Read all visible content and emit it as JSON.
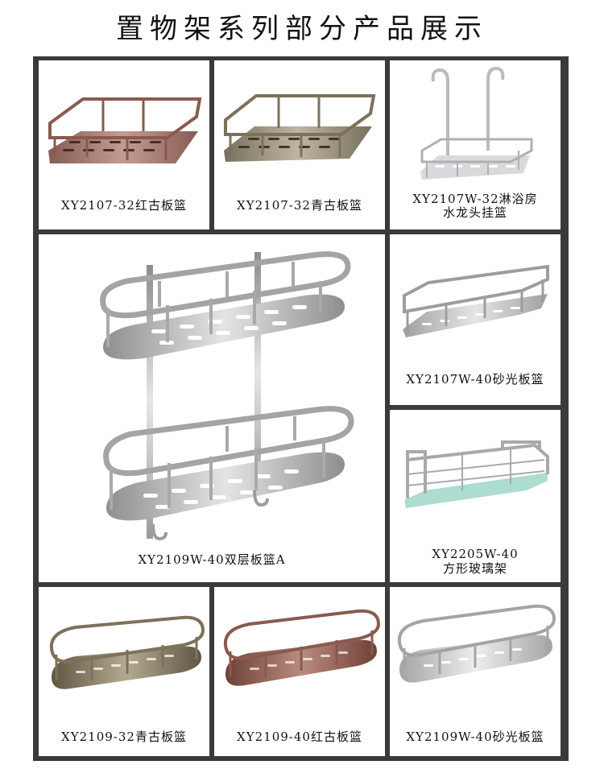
{
  "header": {
    "title": "置物架系列部分产品展示"
  },
  "products": [
    {
      "caption": "XY2107-32红古板篮"
    },
    {
      "caption": "XY2107-32青古板篮"
    },
    {
      "caption_line1": "XY2107W-32淋浴房",
      "caption_line2": "水龙头挂篮"
    },
    {
      "caption": "XY2109W-40双层板篮A"
    },
    {
      "caption": "XY2107W-40砂光板篮"
    },
    {
      "caption_line1": "XY2205W-40",
      "caption_line2": "方形玻璃架"
    },
    {
      "caption": "XY2109-32青古板篮"
    },
    {
      "caption": "XY2109-40红古板篮"
    },
    {
      "caption": "XY2109W-40砂光板篮"
    }
  ],
  "colors": {
    "red_antique": "#8a5a4e",
    "green_antique": "#7d715a",
    "satin_steel": "#a8a9ab",
    "glass": "#9fd6c9",
    "frame": "#3a3a3a"
  }
}
